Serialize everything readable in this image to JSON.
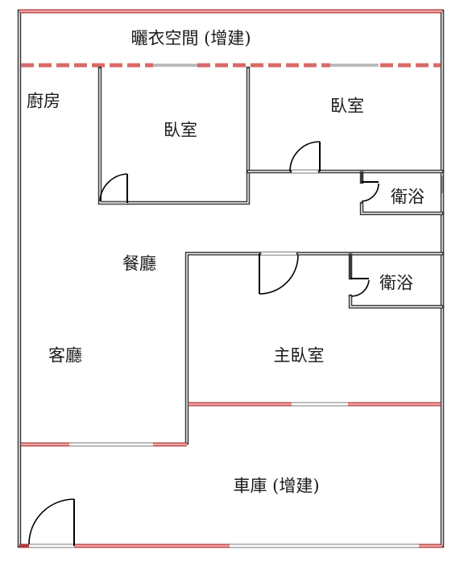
{
  "rooms": {
    "drying_room": "曬衣空間 (增建)",
    "kitchen": "廚房",
    "bedroom_1": "臥室",
    "bedroom_2": "臥室",
    "bath_1": "衛浴",
    "bath_2": "衛浴",
    "dining": "餐廳",
    "living": "客廳",
    "master_bedroom": "主臥室",
    "garage": "車庫 (增建)"
  },
  "colors": {
    "wall": "#3a3a3a",
    "wall_inner": "#f4f4f4",
    "window_red": "#e07b7b",
    "window_red_dark": "#b23b3b",
    "door_arc": "#000000"
  }
}
